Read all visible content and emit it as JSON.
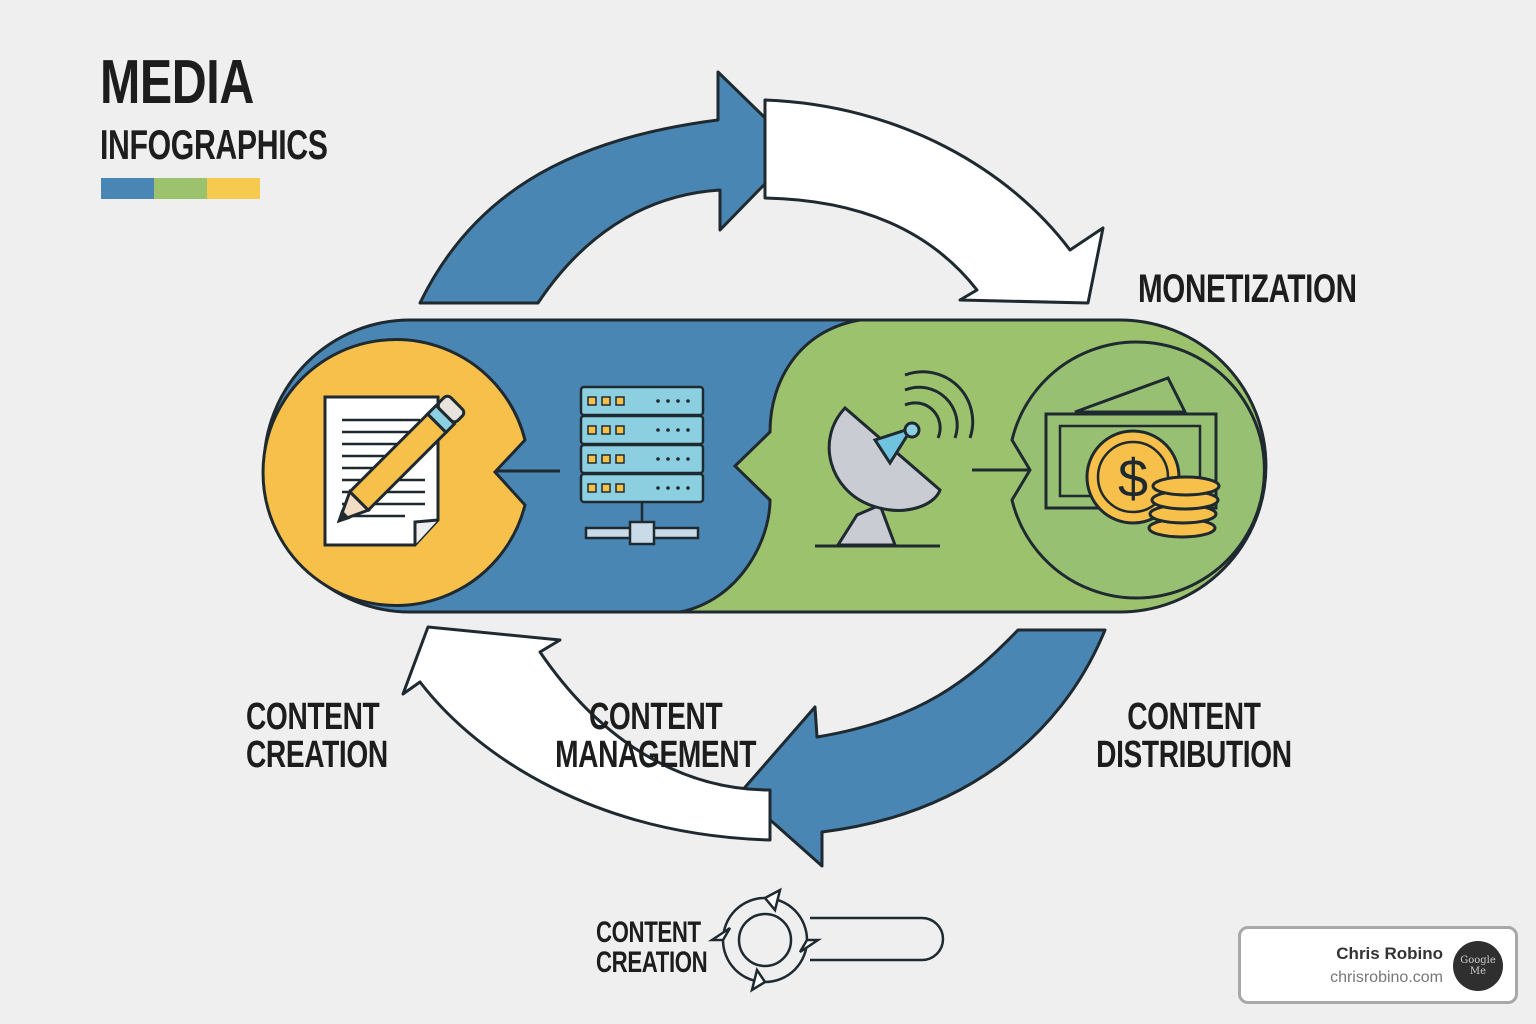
{
  "header": {
    "title_line1": "MEDIA",
    "title_line2": "INFOGRAPHICS",
    "swatch_colors": [
      "#4a86b4",
      "#9cc26e",
      "#f6c94f"
    ]
  },
  "colors": {
    "blue": "#4a86b4",
    "green": "#9cc26e",
    "yellow": "#f6c04a",
    "outline": "#1f2a30",
    "white": "#ffffff",
    "background": "#efefef"
  },
  "stages": [
    {
      "id": "creation",
      "icon": "document-pencil-icon"
    },
    {
      "id": "management",
      "icon": "server-rack-icon"
    },
    {
      "id": "distribution",
      "icon": "satellite-dish-icon"
    },
    {
      "id": "monetization",
      "icon": "money-coins-icon"
    }
  ],
  "labels": {
    "monetization": "MONETIZATION",
    "creation": [
      "CONTENT",
      "CREATION"
    ],
    "management": [
      "CONTENT",
      "MANAGEMENT"
    ],
    "distribution": [
      "CONTENT",
      "DISTRIBUTION"
    ],
    "footer": [
      "CONTENT",
      "CREATION"
    ]
  },
  "footer_icon": "cycle-arrows-icon",
  "card": {
    "name": "Chris Robino",
    "url": "chrisrobino.com",
    "avatar_text": "Google Me"
  }
}
